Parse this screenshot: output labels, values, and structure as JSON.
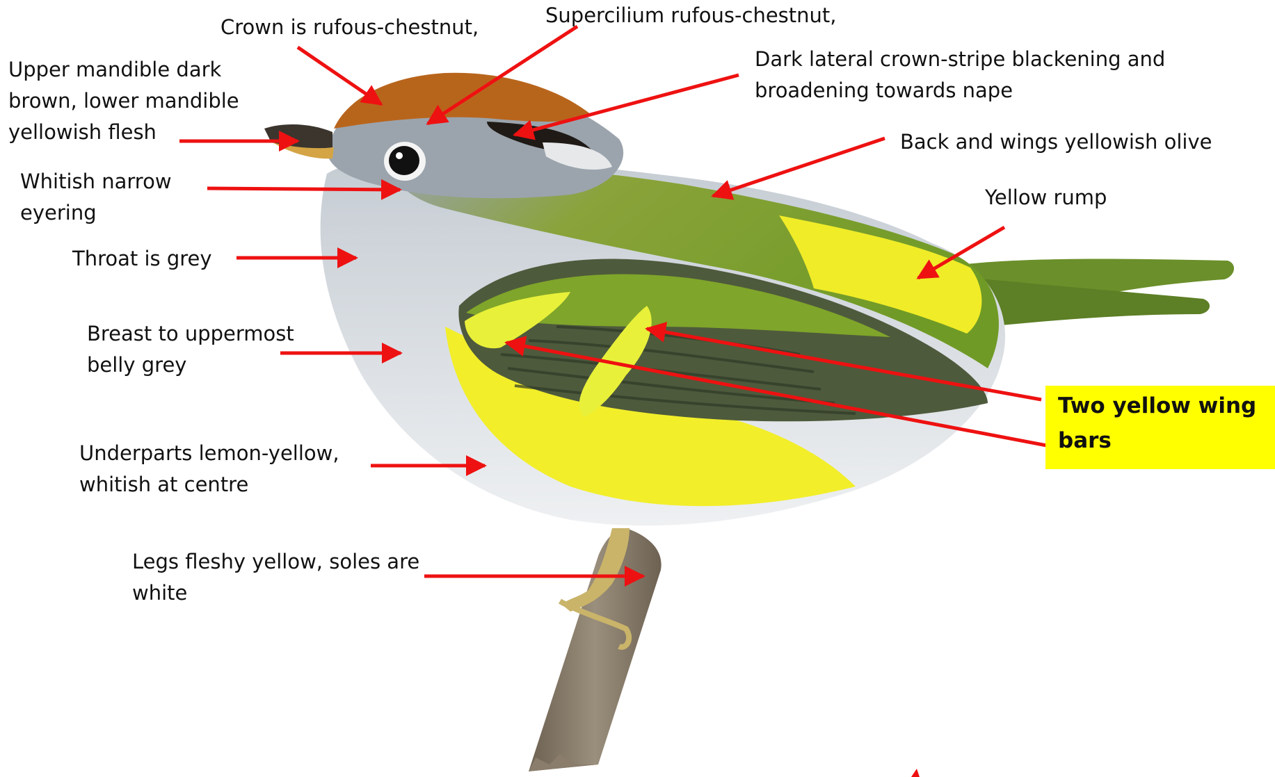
{
  "labels": {
    "crown": "Crown is rufous-chestnut,",
    "supercilium": "Supercilium rufous-chestnut,",
    "crown_stripe": [
      "Dark lateral crown-stripe blackening and",
      "broadening towards nape"
    ],
    "mandible": [
      "Upper mandible dark",
      "brown, lower mandible",
      "yellowish flesh"
    ],
    "eyering": [
      "Whitish narrow",
      "eyering"
    ],
    "back": "Back and wings yellowish olive",
    "rump": "Yellow rump",
    "throat": "Throat is grey",
    "breast": [
      "Breast to uppermost",
      "belly grey"
    ],
    "wingbars": [
      "Two yellow wing",
      "bars"
    ],
    "underparts": [
      "Underparts lemon-yellow,",
      "whitish at centre"
    ],
    "legs": [
      "Legs fleshy yellow, soles  are",
      "white"
    ]
  },
  "colors": {
    "arrow": "#ee1111",
    "highlight": "#ffff00",
    "crown": "#b8651c",
    "grey": "#a9b0b8",
    "olive": "#7fa52a",
    "yellow": "#f2ee2a",
    "branch": "#8a7d6c"
  },
  "icons": [
    "bird-illustration",
    "branch-illustration",
    "arrow"
  ]
}
